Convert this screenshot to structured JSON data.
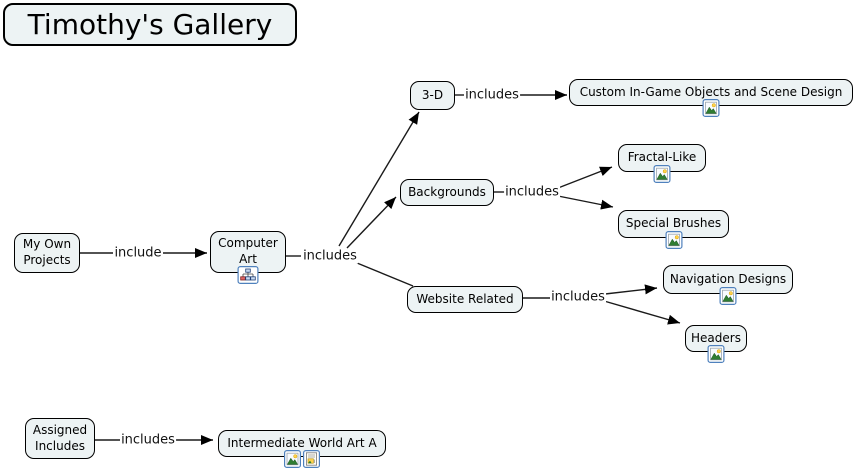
{
  "title": "Timothy's Gallery",
  "nodes": {
    "my_own_projects": "My Own Projects",
    "computer_art": "Computer Art",
    "three_d": "3-D",
    "backgrounds": "Backgrounds",
    "website_related": "Website Related",
    "custom_ingame": "Custom In-Game Objects and Scene Design",
    "fractal_like": "Fractal-Like",
    "special_brushes": "Special Brushes",
    "navigation_designs": "Navigation Designs",
    "headers": "Headers",
    "assigned_includes": "Assigned Includes",
    "intermediate_world": "Intermediate World Art A"
  },
  "link_labels": {
    "include": "include",
    "includes_main": "includes",
    "includes_3d": "includes",
    "includes_backgrounds": "includes",
    "includes_website": "includes",
    "includes_assigned": "includes"
  },
  "icons": {
    "concept_map_icon": "nested concept-map resource",
    "image_icon": "image resource",
    "document_image_icon": "document with image resource"
  },
  "colors": {
    "background": "#ffffff",
    "node_fill": "#edf3f4",
    "node_border": "#000000",
    "line": "#1a1a1a",
    "icon_border": "#4f81bd",
    "icon_sun": "#ffd24d",
    "icon_mountain": "#2f7d32"
  }
}
